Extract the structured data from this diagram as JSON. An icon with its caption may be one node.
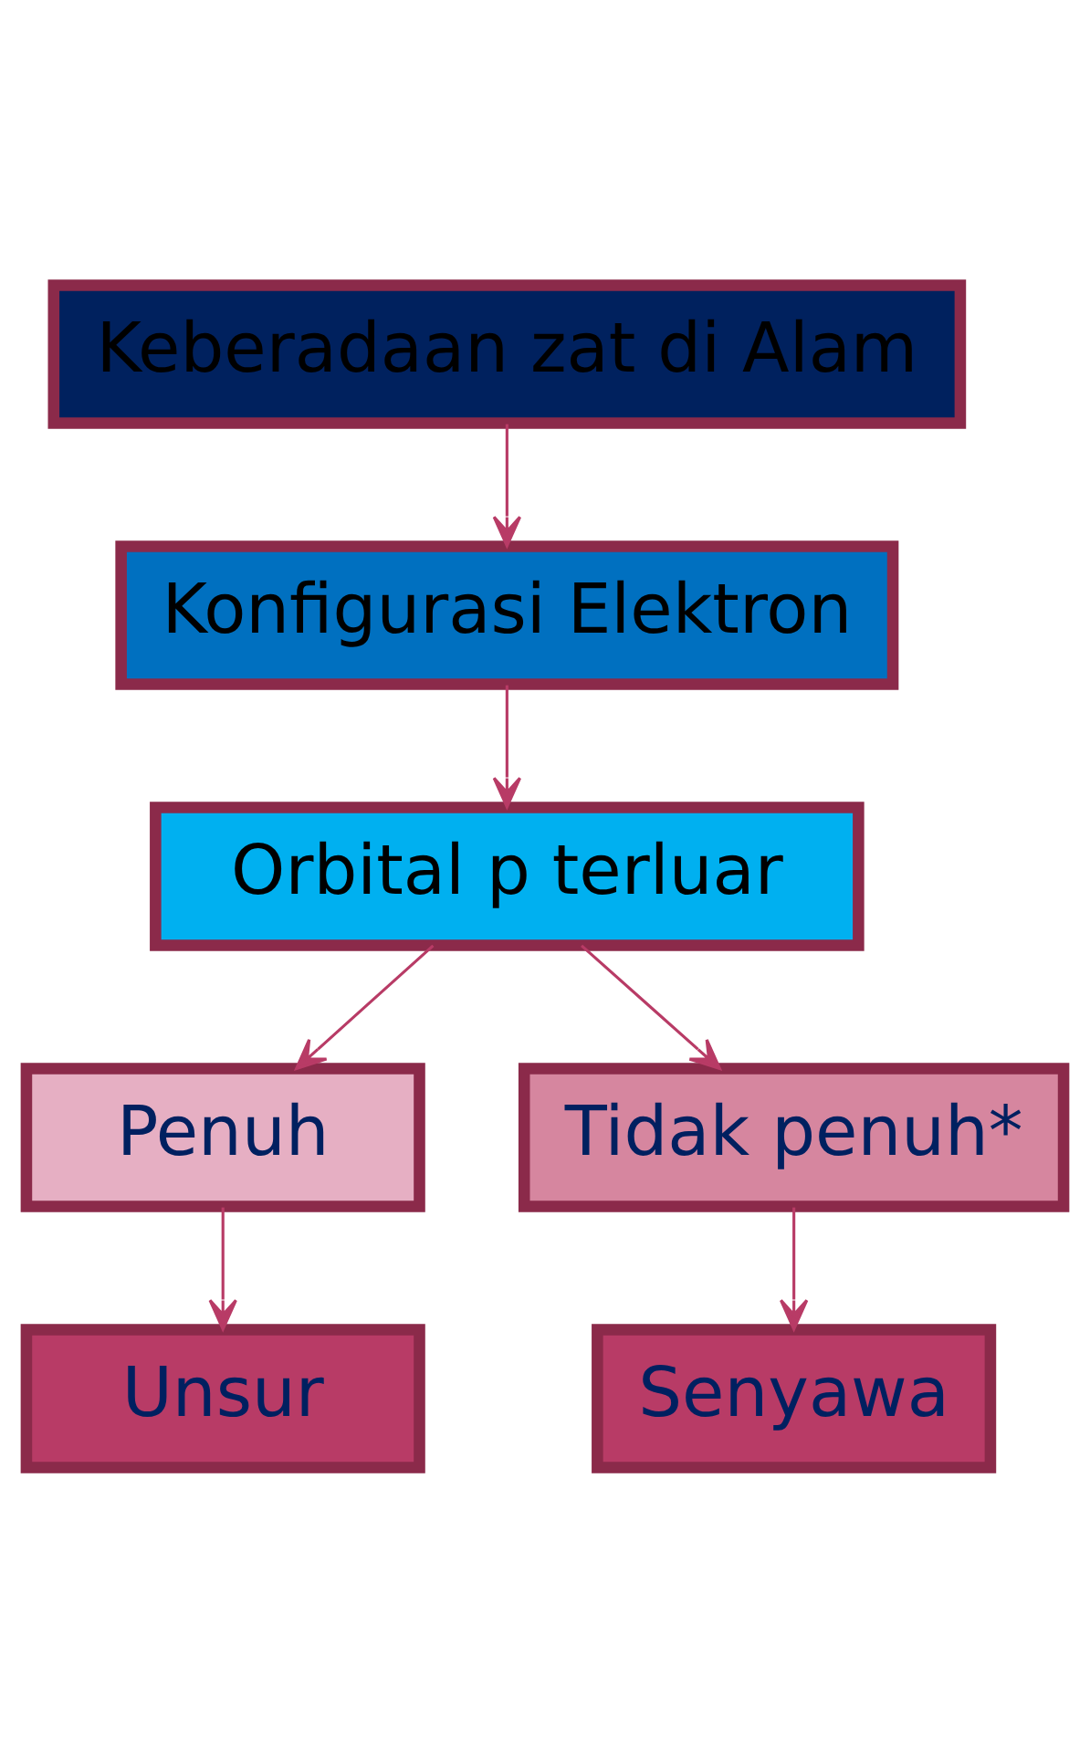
{
  "diagram": {
    "nodes": [
      {
        "text": [
          "Keberadaan zat di Alam"
        ]
      },
      {
        "text": [
          "Konfigurasi Elektron"
        ]
      },
      {
        "text": [
          "Orbital p terluar"
        ]
      },
      {
        "text": [
          "Penuh"
        ]
      },
      {
        "text": [
          "Tidak penuh*"
        ]
      },
      {
        "text": [
          "Unsur"
        ]
      },
      {
        "text": [
          "Senyawa"
        ]
      }
    ],
    "edges": [
      {
        "from": 0,
        "to": 1,
        "arrow": "to"
      },
      {
        "from": 1,
        "to": 2,
        "arrow": "to"
      },
      {
        "from": 2,
        "to": 3,
        "arrow": "to"
      },
      {
        "from": 2,
        "to": 4,
        "arrow": "to"
      },
      {
        "from": 3,
        "to": 5,
        "arrow": "to"
      },
      {
        "from": 4,
        "to": 6,
        "arrow": "to"
      }
    ]
  }
}
